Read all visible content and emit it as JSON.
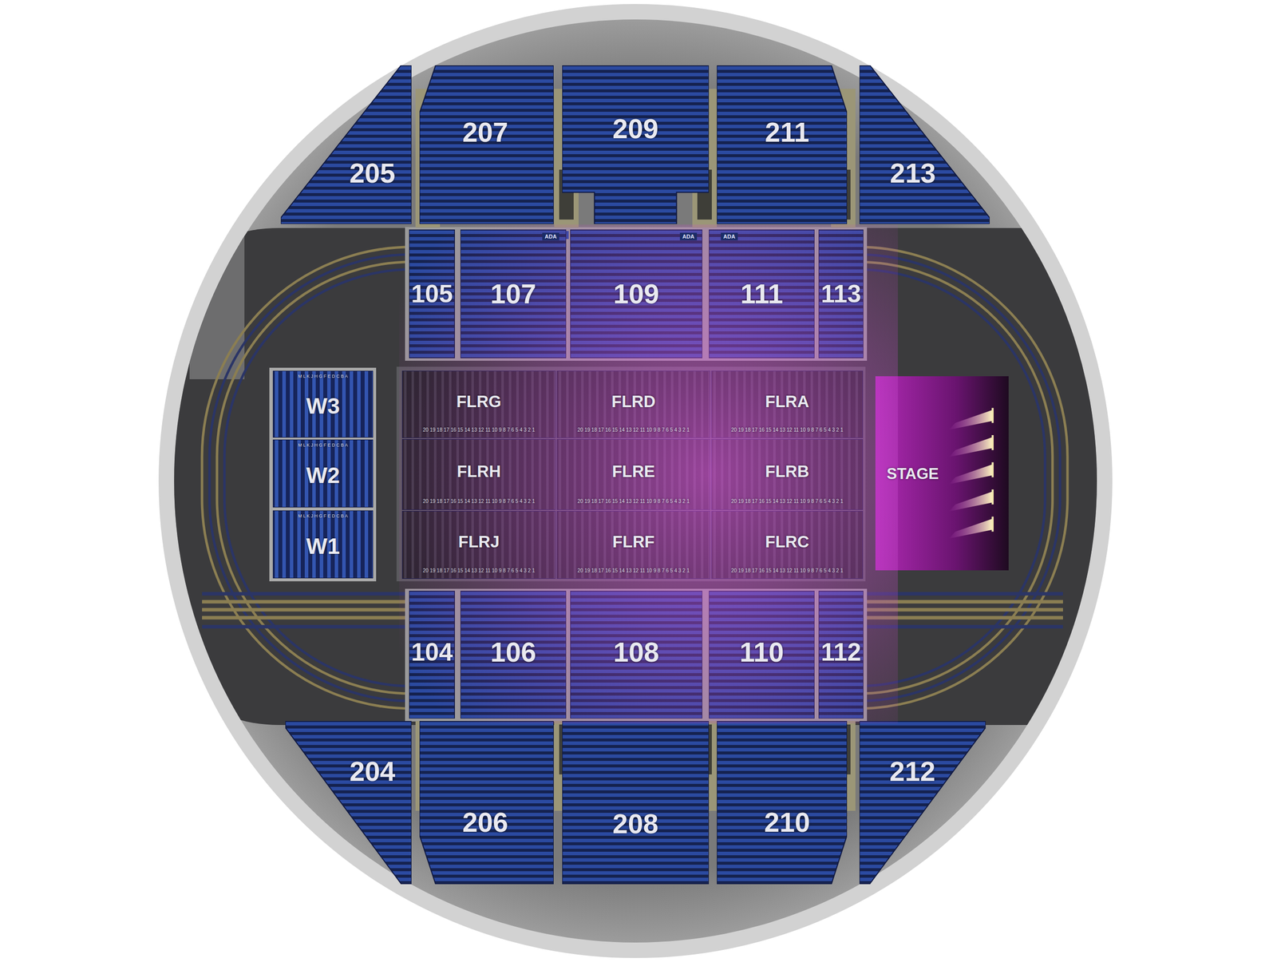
{
  "diagram": {
    "nodes": [
      {
        "text": [
          "205"
        ]
      },
      {
        "text": [
          "207"
        ]
      },
      {
        "text": [
          "209"
        ]
      },
      {
        "text": [
          "211"
        ]
      },
      {
        "text": [
          "213"
        ]
      },
      {
        "text": [
          "105"
        ]
      },
      {
        "text": [
          "107"
        ]
      },
      {
        "text": [
          "109"
        ]
      },
      {
        "text": [
          "111"
        ]
      },
      {
        "text": [
          "113"
        ]
      },
      {
        "text": [
          "W3",
          "M L K J H G F E D C B A"
        ]
      },
      {
        "text": [
          "FLRG",
          "20 19 18 17 16 15 14 13 12 11 10 9 8 7 6 5 4 3 2 1"
        ]
      },
      {
        "text": [
          "FLRD",
          "20 19 18 17 16 15 14 13 12 11 10 9 8 7 6 5 4 3 2 1"
        ]
      },
      {
        "text": [
          "FLRA",
          "20 19 18 17 16 15 14 13 12 11 10 9 8 7 6 5 4 3 2 1"
        ]
      },
      {
        "text": [
          "STAGE"
        ]
      },
      {
        "text": [
          "W2",
          "M L K J H G F E D C B A"
        ]
      },
      {
        "text": [
          "FLRH",
          "20 19 18 17 16 15 14 13 12 11 10 9 8 7 6 5 4 3 2 1"
        ]
      },
      {
        "text": [
          "FLRE",
          "20 19 18 17 16 15 14 13 12 11 10 9 8 7 6 5 4 3 2 1"
        ]
      },
      {
        "text": [
          "FLRB",
          "20 19 18 17 16 15 14 13 12 11 10 9 8 7 6 5 4 3 2 1"
        ]
      },
      {
        "text": [
          "W1",
          "M L K J H G F E D C B A"
        ]
      },
      {
        "text": [
          "FLRJ",
          "20 19 18 17 16 15 14 13 12 11 10 9 8 7 6 5 4 3 2 1"
        ]
      },
      {
        "text": [
          "FLRF",
          "20 19 18 17 16 15 14 13 12 11 10 9 8 7 6 5 4 3 2 1"
        ]
      },
      {
        "text": [
          "FLRC",
          "20 19 18 17 16 15 14 13 12 11 10 9 8 7 6 5 4 3 2 1"
        ]
      },
      {
        "text": [
          "104"
        ]
      },
      {
        "text": [
          "106"
        ]
      },
      {
        "text": [
          "108"
        ]
      },
      {
        "text": [
          "110"
        ]
      },
      {
        "text": [
          "112"
        ]
      },
      {
        "text": [
          "204"
        ]
      },
      {
        "text": [
          "206"
        ]
      },
      {
        "text": [
          "208"
        ]
      },
      {
        "text": [
          "210"
        ]
      },
      {
        "text": [
          "212"
        ]
      }
    ],
    "labels": [
      "ADA",
      "ADA",
      "ADA"
    ]
  }
}
